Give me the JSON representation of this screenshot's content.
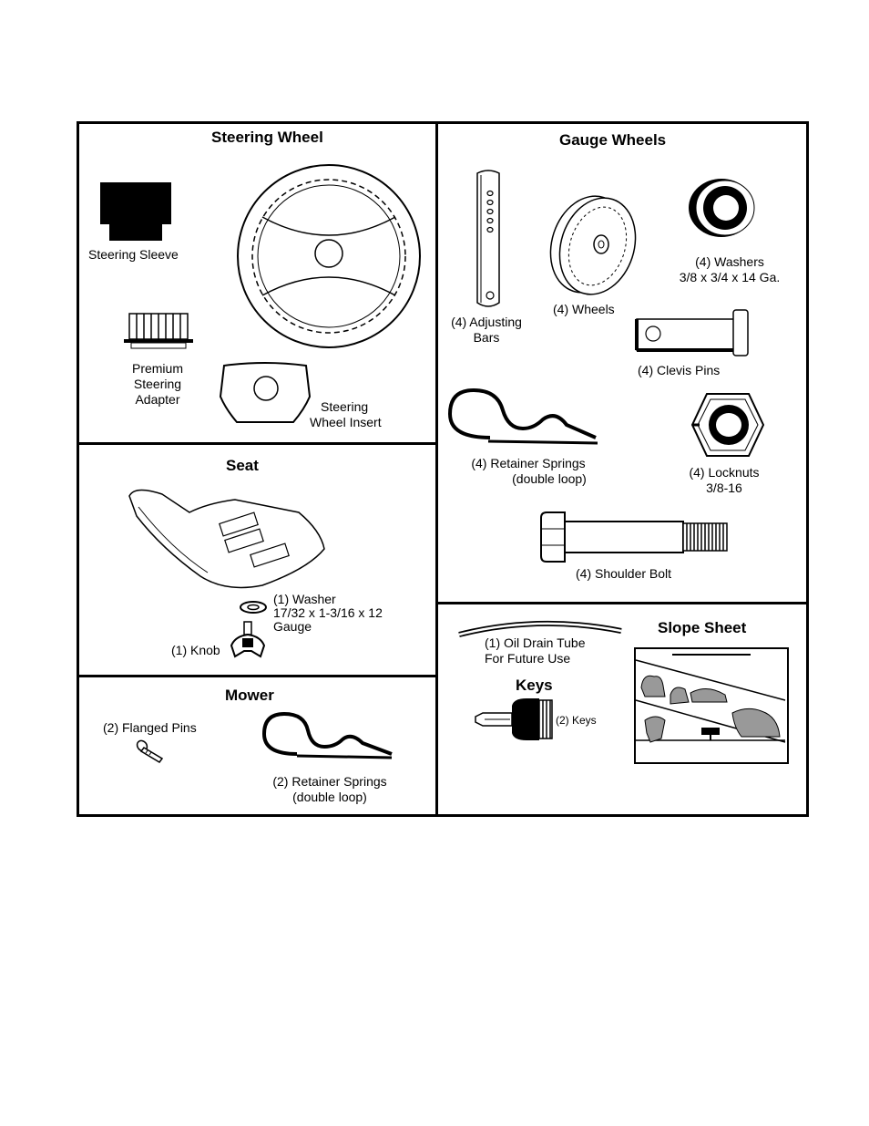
{
  "steering_wheel": {
    "title": "Steering Wheel",
    "steering_sleeve": "Steering Sleeve",
    "adapter": [
      "Premium",
      "Steering",
      "Adapter"
    ],
    "insert": [
      "Steering",
      "Wheel Insert"
    ]
  },
  "seat": {
    "title": "Seat",
    "washer": [
      "(1) Washer",
      "17/32 x 1-3/16 x 12",
      "Gauge"
    ],
    "knob": "(1) Knob"
  },
  "mower": {
    "title": "Mower",
    "flanged_pins": "(2) Flanged  Pins",
    "retainer_springs": [
      "(2)  Retainer Springs",
      "(double loop)"
    ]
  },
  "gauge_wheels": {
    "title": "Gauge Wheels",
    "adjusting_bars": [
      "(4) Adjusting",
      "Bars"
    ],
    "wheels": "(4) Wheels",
    "washers": [
      "(4) Washers",
      "3/8 x 3/4 x 14 Ga."
    ],
    "clevis_pins": "(4) Clevis Pins",
    "retainer_springs": [
      "(4)  Retainer Springs",
      "(double loop)"
    ],
    "locknuts": [
      "(4) Locknuts",
      "3/8-16"
    ],
    "shoulder_bolt": "(4) Shoulder Bolt"
  },
  "misc": {
    "oil_drain_tube": [
      "(1) Oil Drain Tube",
      "For Future Use"
    ],
    "slope_sheet_title": "Slope Sheet",
    "keys_title": "Keys",
    "keys": "(2) Keys"
  }
}
